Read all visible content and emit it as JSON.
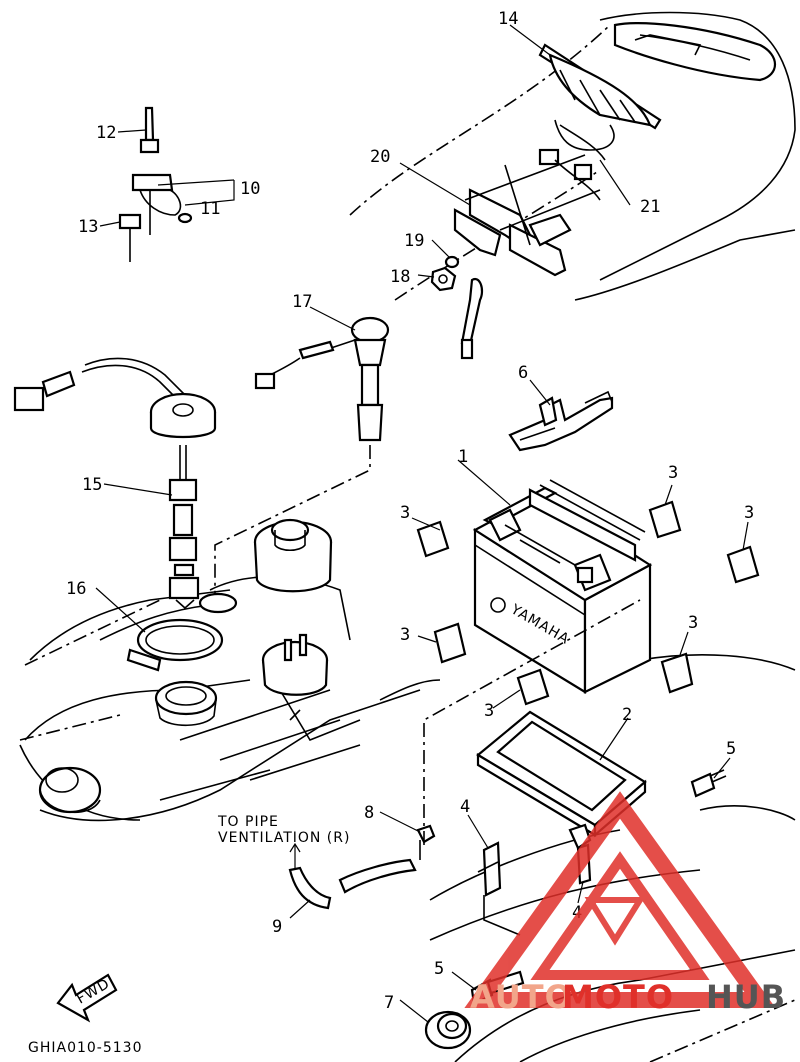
{
  "diagram_code": "GHIA010-5130",
  "annotation": {
    "line1": "TO PIPE",
    "line2": "VENTILATION (R)"
  },
  "fwd_label": "FWD",
  "battery_brand": "YAMAHA",
  "watermark": {
    "part1": "AUTO",
    "part2": "MOTO",
    "part3": "HUB",
    "color_primary": "#e0302a",
    "color_secondary": "#f2a58a",
    "color_dark": "#555555"
  },
  "callouts": {
    "c1": "1",
    "c2": "2",
    "c3a": "3",
    "c3b": "3",
    "c3c": "3",
    "c3d": "3",
    "c3e": "3",
    "c3f": "3",
    "c4a": "4",
    "c4b": "4",
    "c5a": "5",
    "c5b": "5",
    "c6": "6",
    "c7": "7",
    "c8": "8",
    "c9": "9",
    "c10": "10",
    "c11": "11",
    "c12": "12",
    "c13": "13",
    "c14": "14",
    "c15": "15",
    "c16": "16",
    "c17": "17",
    "c18": "18",
    "c19": "19",
    "c20": "20",
    "c21": "21"
  }
}
